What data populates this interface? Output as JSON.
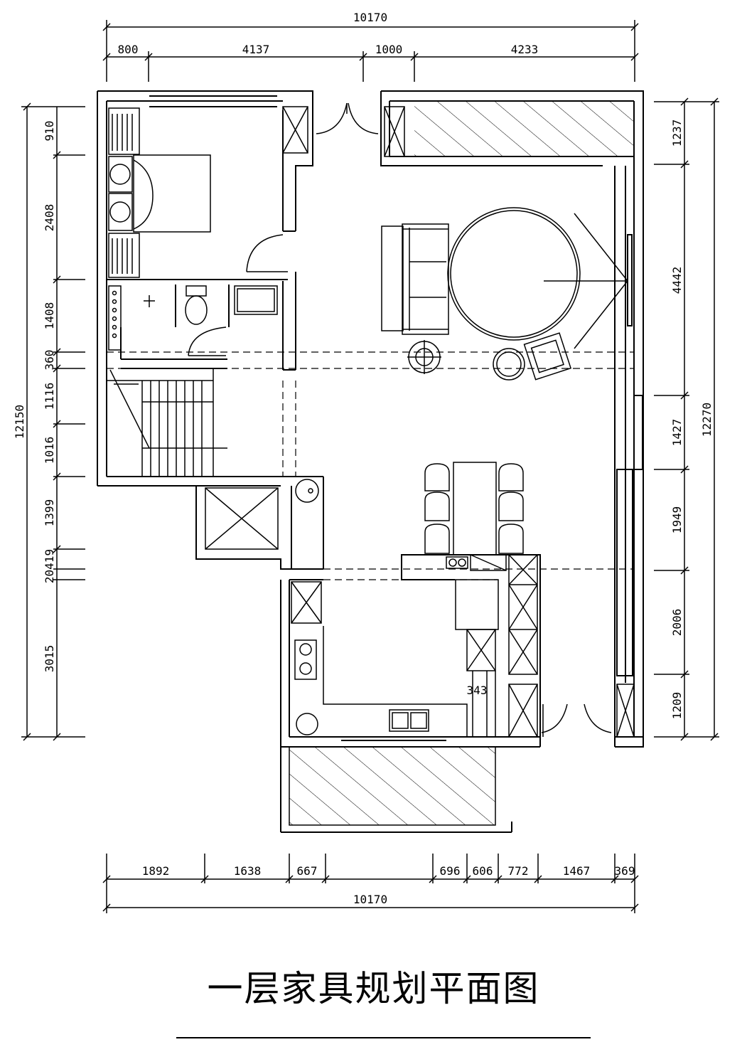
{
  "title": "一层家具规划平面图",
  "dimensions": {
    "top_total": "10170",
    "top_segments": [
      "800",
      "4137",
      "1000",
      "4233"
    ],
    "left_total": "12150",
    "left_segments": [
      "910",
      "2408",
      "1408",
      "360",
      "1116",
      "1016",
      "1399",
      "20419",
      "3015"
    ],
    "right_total": "12270",
    "right_segments": [
      "1237",
      "4442",
      "1427",
      "1949",
      "2006",
      "1209"
    ],
    "bottom_total": "10170",
    "bottom_segments": [
      "1892",
      "1638",
      "667",
      "696",
      "606",
      "772",
      "1467",
      "369"
    ],
    "kitchen_note": "343"
  },
  "colors": {
    "line": "#000000",
    "background": "#ffffff"
  }
}
